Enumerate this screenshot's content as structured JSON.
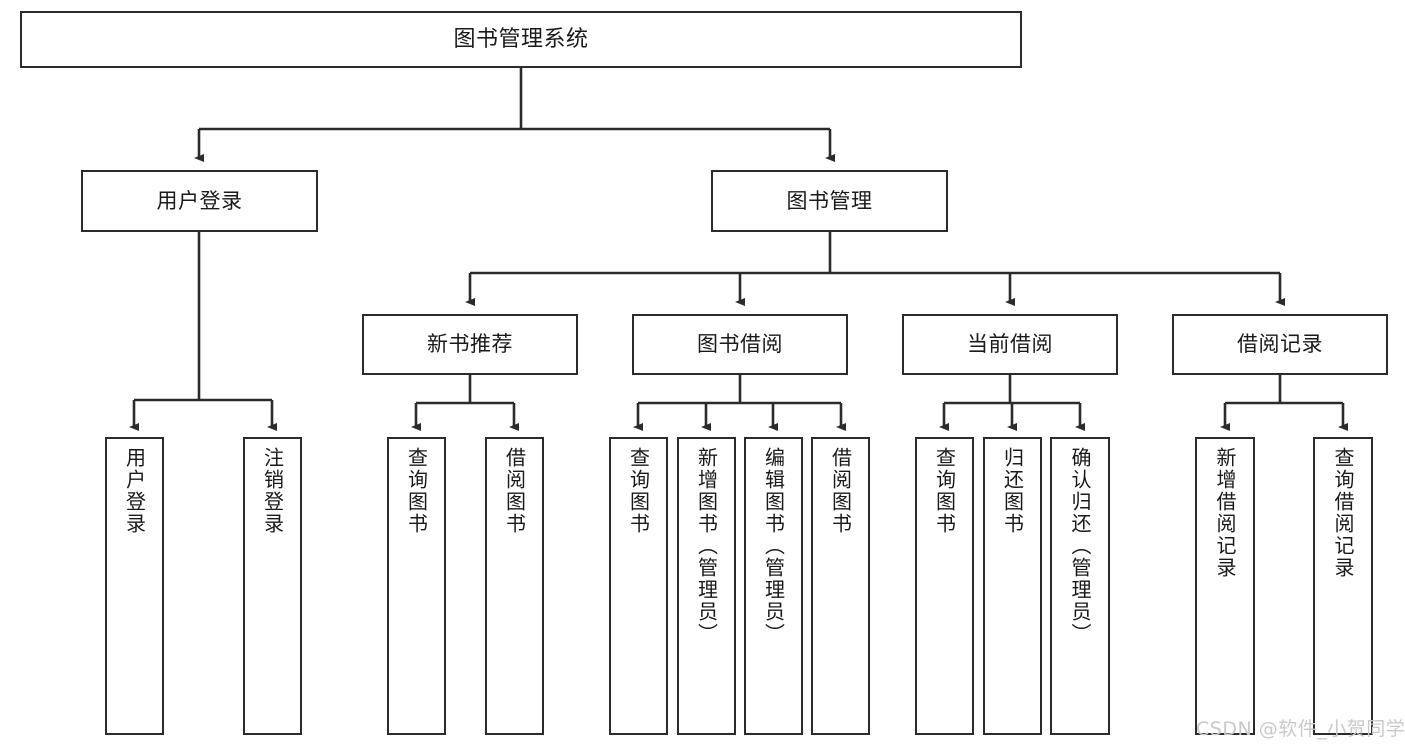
{
  "diagram": {
    "title": "图书管理系统",
    "type": "tree-hierarchy",
    "watermark": "CSDN @软件_小贺同学",
    "colors": {
      "box_border": "#2b2b2b",
      "box_fill": "#ffffff",
      "connector": "#2b2b2b",
      "text": "#1a1a1a",
      "watermark": "#c9c9c9",
      "background": "#ffffff"
    },
    "root": {
      "label": "图书管理系统"
    },
    "level2": [
      {
        "id": "user-login",
        "label": "用户登录"
      },
      {
        "id": "book-manage",
        "label": "图书管理"
      }
    ],
    "level3": [
      {
        "id": "new-book-recommend",
        "label": "新书推荐",
        "parent": "book-manage"
      },
      {
        "id": "book-borrow",
        "label": "图书借阅",
        "parent": "book-manage"
      },
      {
        "id": "current-borrow",
        "label": "当前借阅",
        "parent": "book-manage"
      },
      {
        "id": "borrow-record",
        "label": "借阅记录",
        "parent": "book-manage"
      }
    ],
    "leaves": {
      "user-login": [
        {
          "id": "leaf-user-login",
          "label": "用户登录"
        },
        {
          "id": "leaf-user-logout",
          "label": "注销登录"
        }
      ],
      "new-book-recommend": [
        {
          "id": "leaf-query-book-1",
          "label": "查询图书"
        },
        {
          "id": "leaf-borrow-book-1",
          "label": "借阅图书"
        }
      ],
      "book-borrow": [
        {
          "id": "leaf-query-book-2",
          "label": "查询图书"
        },
        {
          "id": "leaf-add-book",
          "label": "新增图书（管理员）"
        },
        {
          "id": "leaf-edit-book",
          "label": "编辑图书（管理员）"
        },
        {
          "id": "leaf-borrow-book-2",
          "label": "借阅图书"
        }
      ],
      "current-borrow": [
        {
          "id": "leaf-query-book-3",
          "label": "查询图书"
        },
        {
          "id": "leaf-return-book",
          "label": "归还图书"
        },
        {
          "id": "leaf-confirm-return",
          "label": "确认归还（管理员）"
        }
      ],
      "borrow-record": [
        {
          "id": "leaf-add-record",
          "label": "新增借阅记录"
        },
        {
          "id": "leaf-query-record",
          "label": "查询借阅记录"
        }
      ]
    }
  }
}
